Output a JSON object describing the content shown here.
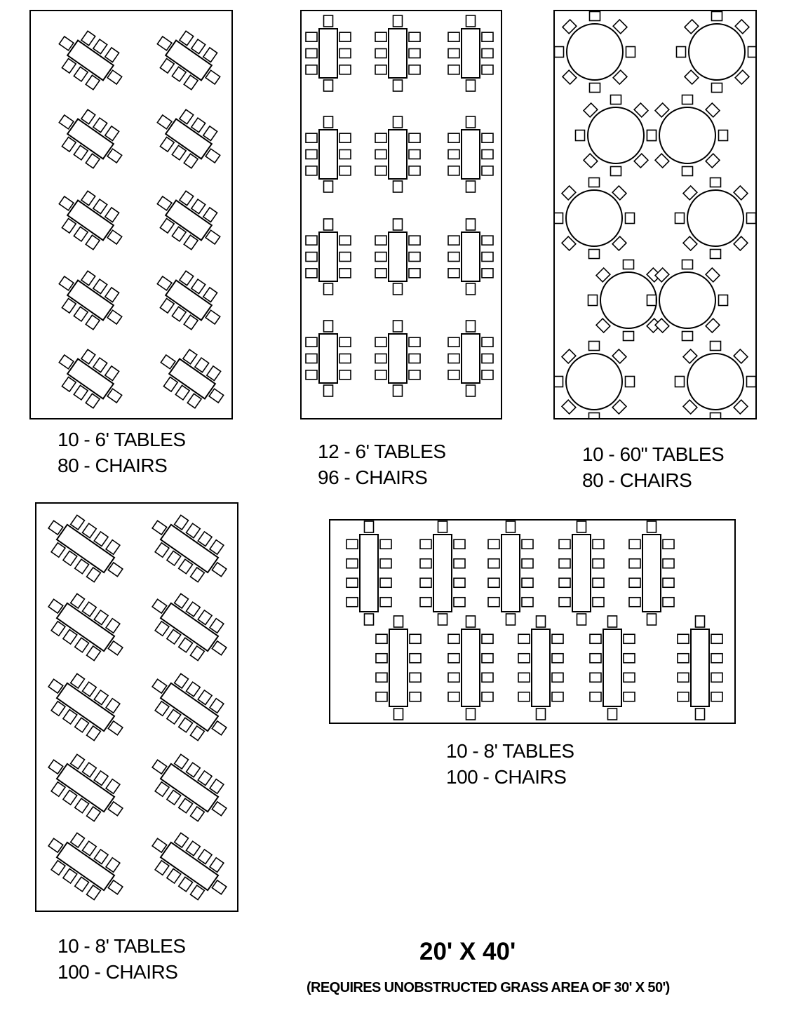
{
  "layouts": [
    {
      "id": "a",
      "table_shape": "rectangle",
      "arrangement": "diagonal",
      "table_count": 10,
      "chairs_per_table": 8,
      "caption": {
        "tables": "10 - 6' TABLES",
        "chairs": "80 - CHAIRS"
      }
    },
    {
      "id": "b",
      "table_shape": "rectangle",
      "arrangement": "straight",
      "table_count": 12,
      "chairs_per_table": 8,
      "caption": {
        "tables": "12 - 6' TABLES",
        "chairs": "96 - CHAIRS"
      }
    },
    {
      "id": "c",
      "table_shape": "round",
      "arrangement": "staggered",
      "table_count": 10,
      "chairs_per_table": 8,
      "caption": {
        "tables": "10 - 60\" TABLES",
        "chairs": "80 - CHAIRS"
      }
    },
    {
      "id": "d",
      "table_shape": "rectangle",
      "arrangement": "diagonal",
      "table_count": 10,
      "chairs_per_table": 10,
      "caption": {
        "tables": "10 - 8' TABLES",
        "chairs": "100 - CHAIRS"
      }
    },
    {
      "id": "e",
      "table_shape": "rectangle",
      "arrangement": "staggered",
      "table_count": 10,
      "chairs_per_table": 10,
      "caption": {
        "tables": "10 - 8' TABLES",
        "chairs": "100 - CHAIRS"
      }
    }
  ],
  "title": "20' X 40'",
  "note": "(REQUIRES UNOBSTRUCTED GRASS AREA OF 30' X 50')"
}
